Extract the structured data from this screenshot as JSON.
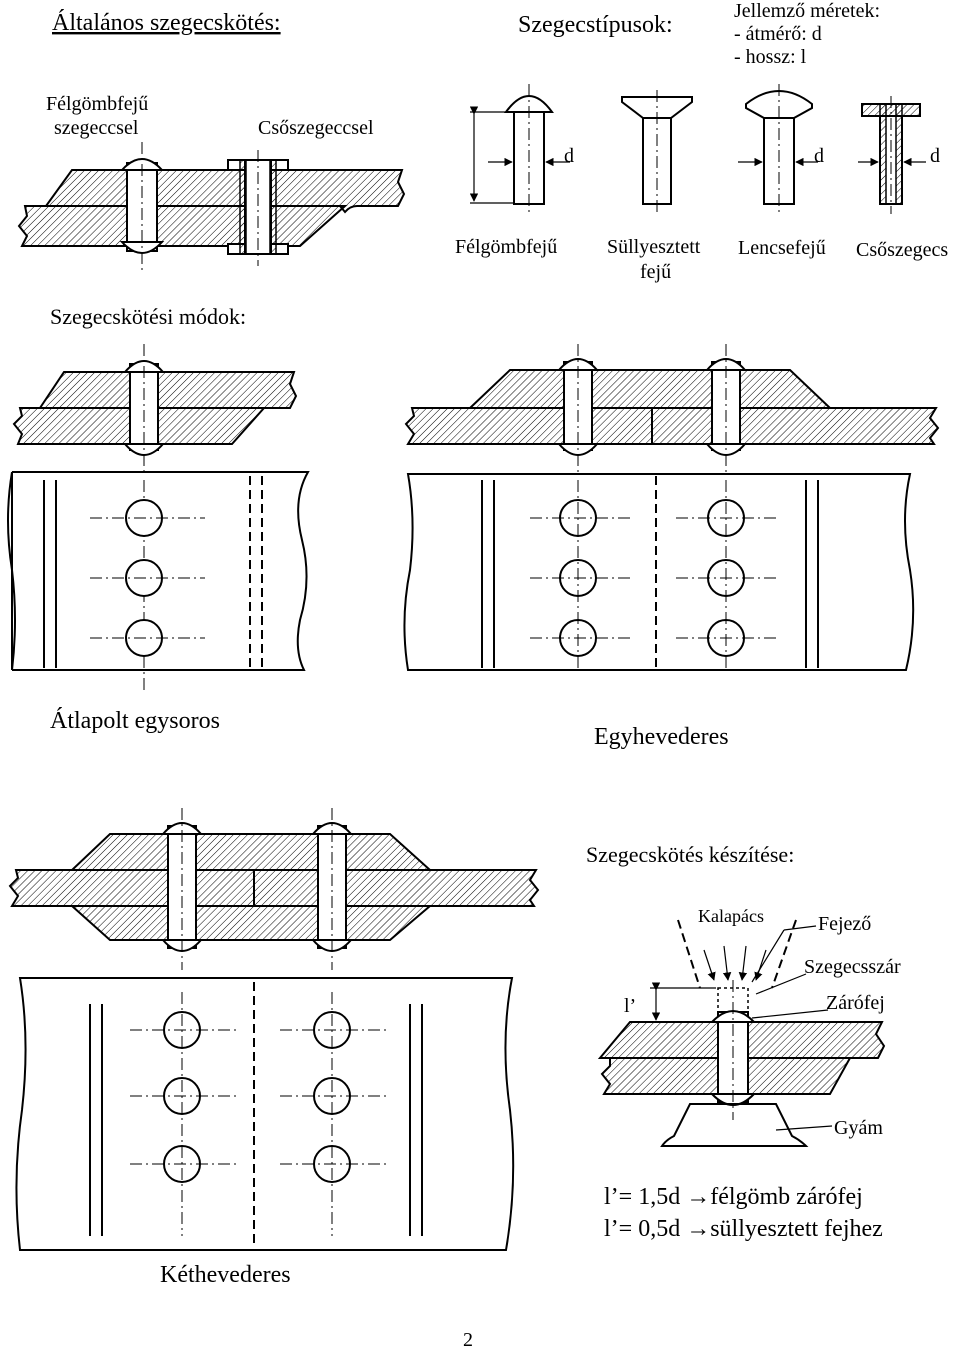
{
  "headings": {
    "general": "Általános szegecskötés:",
    "types": "Szegecstípusok:",
    "modes": "Szegecskötési módok:",
    "making": "Szegecskötés készítése:"
  },
  "dimensions": {
    "title": "Jellemző méretek:",
    "diameter": "- átmérő: d",
    "length": "- hossz: l"
  },
  "general_labels": {
    "round_head_line1": "Félgömbfejű",
    "round_head_line2": "szegeccsel",
    "tube_rivet": "Csőszegeccsel"
  },
  "rivet_types": {
    "d_symbol": "d",
    "round": "Félgömbfejű",
    "countersunk_line1": "Süllyesztett",
    "countersunk_line2": "fejű",
    "lens": "Lencsefejű",
    "tube": "Csőszegecs"
  },
  "joint_modes": {
    "lap_single": "Átlapolt egysoros",
    "single_strap": "Egyhevederes",
    "double_strap": "Kéthevederes"
  },
  "making_labels": {
    "hammer": "Kalapács",
    "header": "Fejező",
    "shank": "Szegecsszár",
    "closing_head": "Zárófej",
    "support": "Gyám",
    "l_symbol": "l’",
    "formula1": "l’= 1,5d →félgömb zárófej",
    "formula2": "l’= 0,5d →süllyesztett fejhez"
  },
  "page_number": "2"
}
